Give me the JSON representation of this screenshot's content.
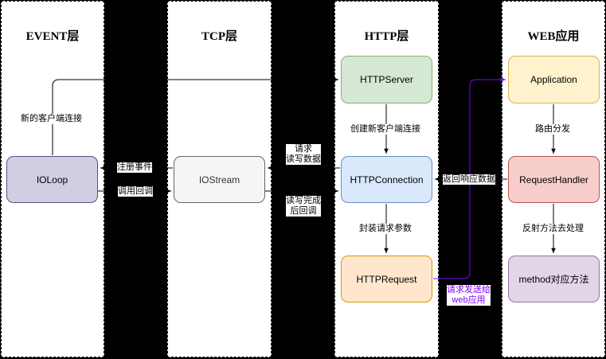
{
  "lanes": {
    "event": "EVENT层",
    "tcp": "TCP层",
    "http": "HTTP层",
    "web": "WEB应用"
  },
  "nodes": {
    "ioloop": "IOLoop",
    "iostream": "IOStream",
    "httpserver": "HTTPServer",
    "httpconnection": "HTTPConnection",
    "httprequest": "HTTPRequest",
    "application": "Application",
    "requesthandler": "RequestHandler",
    "method": "method对应方法"
  },
  "edge_labels": {
    "new_client": "新的客户端连接",
    "register_event": "注册事件",
    "call_callback": "调用回调",
    "request_rw_1": "请求",
    "request_rw_2": "读写数据",
    "rw_done_1": "读写完成",
    "rw_done_2": "后回调",
    "create_conn": "创建新客户端连接",
    "wrap_params": "封装请求参数",
    "return_resp": "返回响应数据",
    "route": "路由分发",
    "reflect": "反射方法去处理",
    "send_web_1": "请求发送给",
    "send_web_2": "web应用"
  },
  "colors": {
    "ioloop_fill": "#d0cee2",
    "ioloop_stroke": "#56517e",
    "iostream_fill": "#f5f5f5",
    "iostream_stroke": "#666666",
    "httpserver_fill": "#d5e8d4",
    "httpserver_stroke": "#82b366",
    "httpconnection_fill": "#dae8fc",
    "httpconnection_stroke": "#6c8ebf",
    "httprequest_fill": "#ffe6cc",
    "httprequest_stroke": "#d79b00",
    "application_fill": "#fff2cc",
    "application_stroke": "#d6b656",
    "requesthandler_fill": "#f8cecc",
    "requesthandler_stroke": "#b85450",
    "method_fill": "#e1d5e7",
    "method_stroke": "#9673a6",
    "purple_edge": "#7f00ff"
  }
}
